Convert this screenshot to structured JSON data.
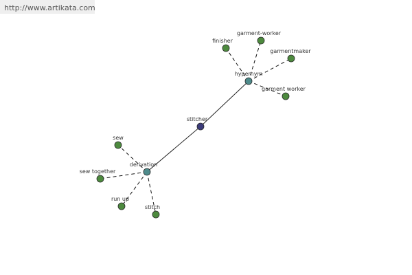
{
  "url": "http://www.artikata.com",
  "colors": {
    "edge": "#222222",
    "dashed_edge": "#111111",
    "center_node": "#3b3b7a",
    "hub_node": "#4e8b8b",
    "leaf_node": "#4d8a3e",
    "node_stroke": "#2a2a2a"
  },
  "graph": {
    "center": {
      "id": "stitcher",
      "label": "stitcher"
    },
    "hubs": [
      {
        "id": "hypernym",
        "label": "hypernym"
      },
      {
        "id": "derivation",
        "label": "derivation"
      }
    ],
    "leaves": [
      {
        "id": "finisher",
        "label": "finisher",
        "hub": "hypernym"
      },
      {
        "id": "garment-worker",
        "label": "garment-worker",
        "hub": "hypernym"
      },
      {
        "id": "garmentmaker",
        "label": "garmentmaker",
        "hub": "hypernym"
      },
      {
        "id": "garment-worker-2",
        "label": "garment worker",
        "hub": "hypernym"
      },
      {
        "id": "sew",
        "label": "sew",
        "hub": "derivation"
      },
      {
        "id": "sew-together",
        "label": "sew together",
        "hub": "derivation"
      },
      {
        "id": "run-up",
        "label": "run up",
        "hub": "derivation"
      },
      {
        "id": "stitch",
        "label": "stitch",
        "hub": "derivation"
      }
    ]
  }
}
